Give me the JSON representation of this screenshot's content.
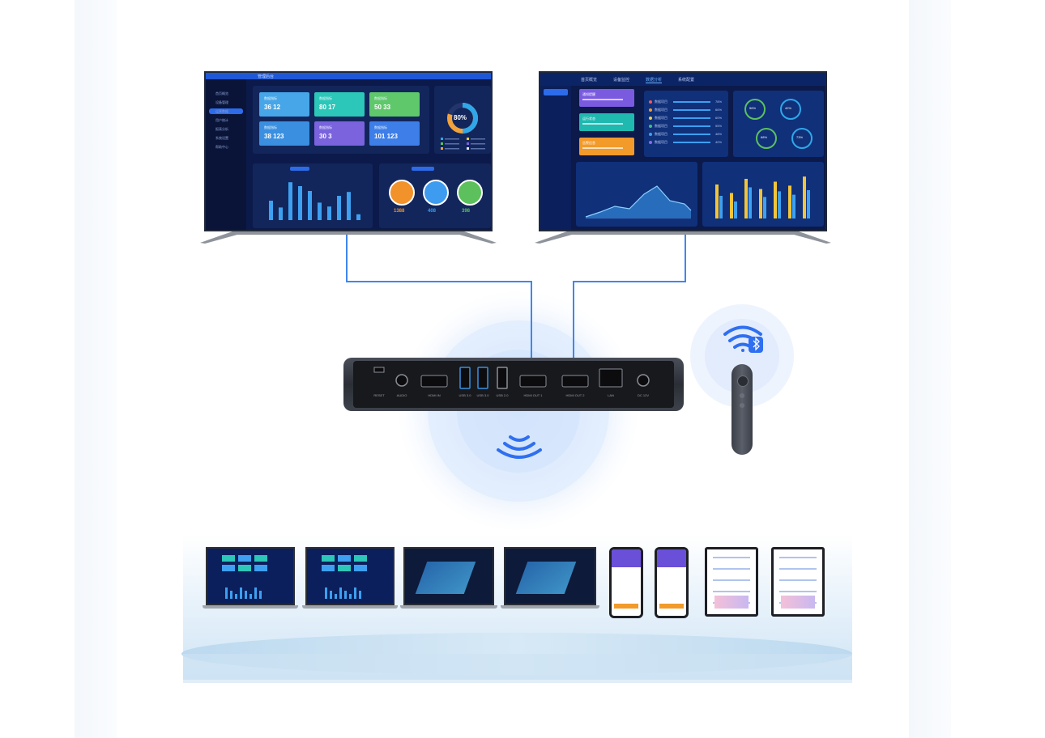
{
  "left_tv": {
    "header": "管理后台",
    "sidebar_items": [
      "首页概览",
      "设备管理",
      "运营数据",
      "用户统计",
      "报表分析",
      "系统设置",
      "帮助中心"
    ],
    "kpi_cards": [
      {
        "title": "数据指标",
        "value": "36 12",
        "color": "#46a6e8"
      },
      {
        "title": "数据指标",
        "value": "80 17",
        "color": "#2cc7b8"
      },
      {
        "title": "数据指标",
        "value": "50 33",
        "color": "#5fc86b"
      },
      {
        "title": "数据指标",
        "value": "38 123",
        "color": "#3a8fe0"
      },
      {
        "title": "数据指标",
        "value": "30 3",
        "color": "#7a63dd"
      },
      {
        "title": "数据指标",
        "value": "101 123",
        "color": "#3d7ee8"
      }
    ],
    "donut_percent": "80%",
    "bar_values": [
      40,
      26,
      78,
      70,
      60,
      36,
      28,
      50,
      58,
      12
    ],
    "circles": [
      {
        "value": "1388",
        "color": "#f2922a"
      },
      {
        "value": "408",
        "color": "#3d9cf0"
      },
      {
        "value": "398",
        "color": "#5cc15c"
      }
    ]
  },
  "right_tv": {
    "tabs": [
      "首页概览",
      "设备监控",
      "数据分析",
      "系统配置"
    ],
    "alerts": [
      {
        "title": "通知提醒",
        "color": "#7a5be0"
      },
      {
        "title": "运行状态",
        "color": "#1fb9b0"
      },
      {
        "title": "告警信息",
        "color": "#f29a2a"
      }
    ],
    "progress_rows": [
      {
        "label": "数据项目",
        "pct": "78%",
        "color": "#f05a5a"
      },
      {
        "label": "数据项目",
        "pct": "66%",
        "color": "#f29a2a"
      },
      {
        "label": "数据项目",
        "pct": "60%",
        "color": "#f0d040"
      },
      {
        "label": "数据项目",
        "pct": "55%",
        "color": "#3dc07a"
      },
      {
        "label": "数据项目",
        "pct": "48%",
        "color": "#3da0f0"
      },
      {
        "label": "数据项目",
        "pct": "40%",
        "color": "#8a6af0"
      }
    ],
    "gauges": [
      "56%",
      "42%",
      "68%",
      "73%"
    ],
    "bar_values": [
      [
        60,
        40
      ],
      [
        45,
        30
      ],
      [
        70,
        55
      ],
      [
        52,
        38
      ],
      [
        65,
        48
      ],
      [
        58,
        42
      ],
      [
        74,
        50
      ]
    ]
  },
  "device": {
    "ports": [
      "RESET",
      "AUDIO",
      "HDMI IN",
      "USB 3.0",
      "USB 3.0",
      "USB 2.0",
      "HDMI OUT 1",
      "HDMI OUT 2",
      "LAN",
      "DC 12V"
    ]
  },
  "colors": {
    "cable": "#3f86f0",
    "wifi": "#2f6ff0",
    "accent": "#2c6ef2"
  },
  "icons": [
    "wifi-icon",
    "bluetooth-icon",
    "signal-icon"
  ],
  "thumbnails": [
    {
      "kind": "laptop",
      "style": "dashboard"
    },
    {
      "kind": "laptop",
      "style": "dashboard-2"
    },
    {
      "kind": "laptop",
      "style": "3d-building"
    },
    {
      "kind": "laptop",
      "style": "3d-building-2"
    },
    {
      "kind": "phone",
      "style": "app"
    },
    {
      "kind": "phone",
      "style": "app"
    },
    {
      "kind": "tablet",
      "style": "doc"
    },
    {
      "kind": "tablet",
      "style": "doc-2"
    }
  ]
}
